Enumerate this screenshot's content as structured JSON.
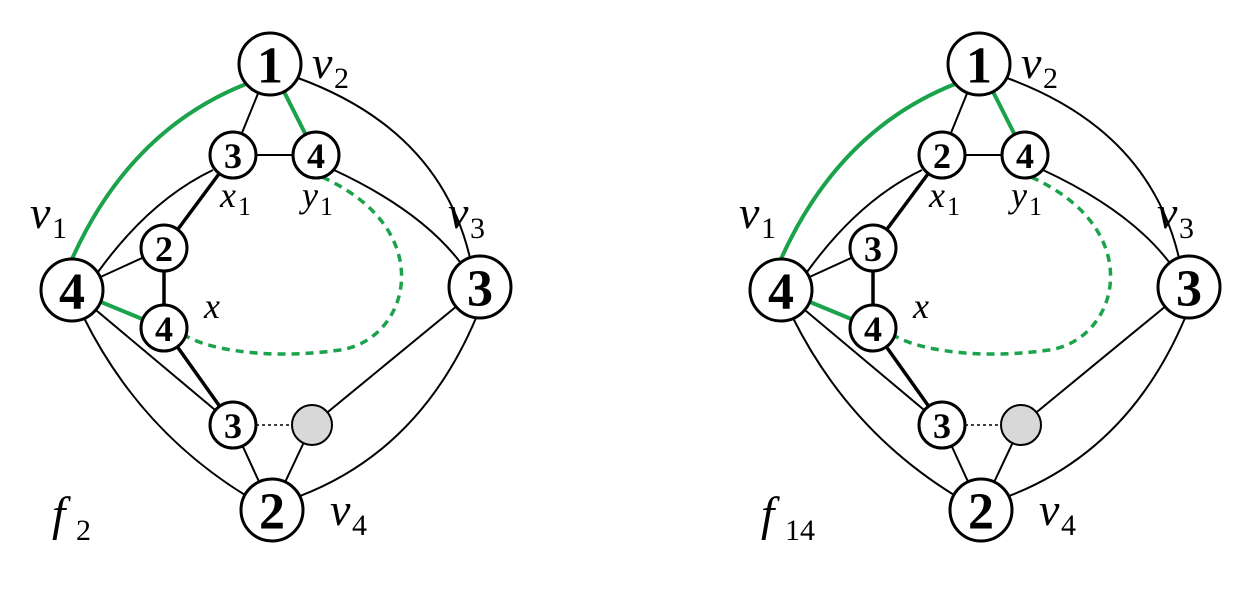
{
  "graphs": [
    {
      "face_label": "f",
      "face_sub": "2",
      "nodes": {
        "v2": "1",
        "v1": "4",
        "v3": "3",
        "v4": "2",
        "x1": "3",
        "y1": "4",
        "u": "2",
        "x": "4",
        "w": "3"
      },
      "labels": {
        "v1": {
          "main": "v",
          "sub": "1"
        },
        "v2": {
          "main": "v",
          "sub": "2"
        },
        "v3": {
          "main": "v",
          "sub": "3"
        },
        "v4": {
          "main": "v",
          "sub": "4"
        },
        "x1": {
          "main": "x",
          "sub": "1"
        },
        "y1": {
          "main": "y",
          "sub": "1"
        },
        "x": {
          "main": "x",
          "sub": ""
        }
      }
    },
    {
      "face_label": "f",
      "face_sub": "14",
      "nodes": {
        "v2": "1",
        "v1": "4",
        "v3": "3",
        "v4": "2",
        "x1": "2",
        "y1": "4",
        "u": "3",
        "x": "4",
        "w": "3"
      },
      "labels": {
        "v1": {
          "main": "v",
          "sub": "1"
        },
        "v2": {
          "main": "v",
          "sub": "2"
        },
        "v3": {
          "main": "v",
          "sub": "3"
        },
        "v4": {
          "main": "v",
          "sub": "4"
        },
        "x1": {
          "main": "x",
          "sub": "1"
        },
        "y1": {
          "main": "y",
          "sub": "1"
        },
        "x": {
          "main": "x",
          "sub": ""
        }
      }
    }
  ],
  "colors": {
    "green": "#1aa34a",
    "gray_node": "#d8d8d8"
  }
}
